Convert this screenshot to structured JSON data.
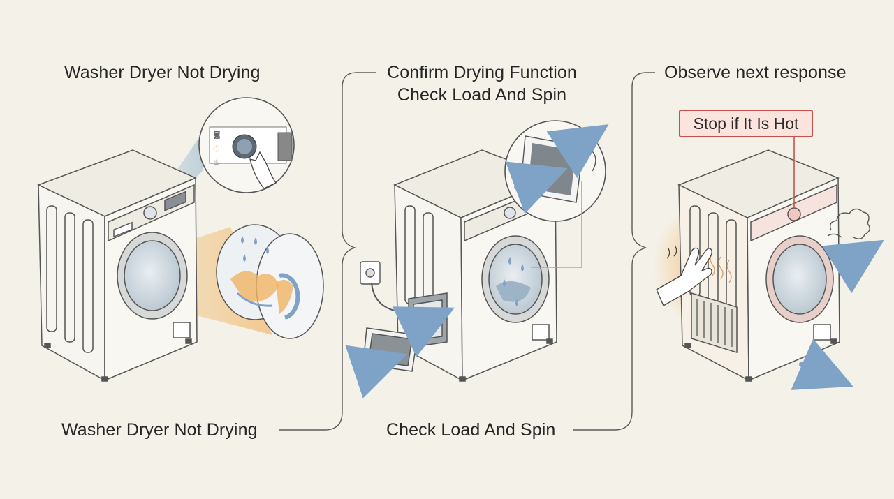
{
  "panels": [
    {
      "top_label": "Washer Dryer Not Drying",
      "bottom_label": "Washer Dryer Not Drying"
    },
    {
      "top_label_line1": "Confirm Drying Function",
      "top_label_line2": "Check Load And Spin",
      "bottom_label": "Check Load And Spin"
    },
    {
      "top_label": "Observe next response",
      "warning_label": "Stop if It Is Hot"
    }
  ],
  "colors": {
    "background": "#f4f1e8",
    "line": "#5a5a5a",
    "accent_orange": "#e7a44a",
    "accent_blue": "#7fa3c6",
    "warning_red": "#c8504a",
    "warning_fill": "#fbe4de"
  }
}
